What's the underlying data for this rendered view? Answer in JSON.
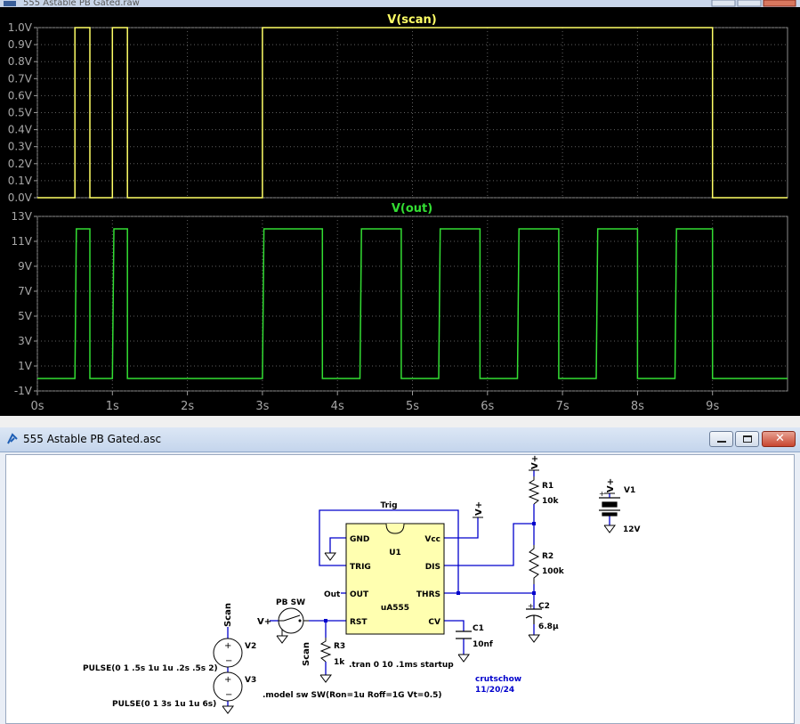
{
  "plot_window": {
    "title": "555 Astable PB Gated.raw",
    "pane_top": {
      "trace_label": "V(scan)",
      "trace_color": "#ffff66",
      "y_ticks": [
        "1.0V",
        "0.9V",
        "0.8V",
        "0.7V",
        "0.6V",
        "0.5V",
        "0.4V",
        "0.3V",
        "0.2V",
        "0.1V",
        "0.0V"
      ]
    },
    "pane_bottom": {
      "trace_label": "V(out)",
      "trace_color": "#33dd33",
      "y_ticks": [
        "13V",
        "11V",
        "9V",
        "7V",
        "5V",
        "3V",
        "1V",
        "-1V"
      ]
    },
    "x_ticks": [
      "0s",
      "1s",
      "2s",
      "3s",
      "4s",
      "5s",
      "6s",
      "7s",
      "8s",
      "9s"
    ]
  },
  "chart_data": [
    {
      "type": "line",
      "title": "V(scan)",
      "xlim": [
        0,
        10
      ],
      "ylim": [
        0,
        1
      ],
      "grid": true,
      "series": [
        {
          "name": "V(scan)",
          "x": [
            0,
            0.5,
            0.5,
            0.7,
            0.7,
            1.0,
            1.0,
            1.2,
            1.2,
            3.0,
            3.0,
            9.0,
            9.0,
            10
          ],
          "y": [
            0,
            0,
            1,
            1,
            0,
            0,
            1,
            1,
            0,
            0,
            1,
            1,
            0,
            0
          ]
        }
      ]
    },
    {
      "type": "line",
      "title": "V(out)",
      "xlim": [
        0,
        10
      ],
      "ylim": [
        -1,
        13
      ],
      "grid": true,
      "series": [
        {
          "name": "V(out)",
          "x": [
            0,
            0.5,
            0.52,
            0.7,
            0.7,
            1.0,
            1.02,
            1.2,
            1.2,
            3.0,
            3.02,
            3.8,
            3.8,
            4.3,
            4.32,
            4.85,
            4.85,
            5.35,
            5.37,
            5.9,
            5.9,
            6.4,
            6.42,
            6.95,
            6.95,
            7.45,
            7.47,
            8.0,
            8.0,
            8.5,
            8.52,
            9.0,
            9.0,
            10
          ],
          "y": [
            0,
            0,
            12,
            12,
            0,
            0,
            12,
            12,
            0,
            0,
            12,
            12,
            0,
            0,
            12,
            12,
            0,
            0,
            12,
            12,
            0,
            0,
            12,
            12,
            0,
            0,
            12,
            12,
            0,
            0,
            12,
            12,
            0,
            0
          ]
        }
      ]
    }
  ],
  "schematic_window": {
    "title": "555 Astable PB Gated.asc",
    "labels": {
      "trig_net": "Trig",
      "u1_ref": "U1",
      "u1_model": "uA555",
      "pin_gnd": "GND",
      "pin_vcc": "Vcc",
      "pin_trig": "TRIG",
      "pin_dis": "DIS",
      "pin_out": "OUT",
      "pin_thrs": "THRS",
      "pin_rst": "RST",
      "pin_cv": "CV",
      "out_net": "Out",
      "vplus": "V+",
      "pb_sw": "PB SW",
      "scan": "Scan",
      "r1": "R1",
      "r1_val": "10k",
      "r2": "R2",
      "r2_val": "100k",
      "r3": "R3",
      "r3_val": "1k",
      "c1": "C1",
      "c1_val": "10nf",
      "c2": "C2",
      "c2_val": "6.8µ",
      "v1": "V1",
      "v1_val": "12V",
      "v2": "V2",
      "v3": "V3",
      "v2_src": "PULSE(0 1 .5s 1u 1u .2s .5s 2)",
      "v3_src": "PULSE(0 1 3s 1u 1u 6s)",
      "tran": ".tran 0 10 .1ms startup",
      "model": ".model sw SW(Ron=1u Roff=1G Vt=0.5)",
      "author": "crutschow",
      "date": "11/20/24"
    }
  }
}
